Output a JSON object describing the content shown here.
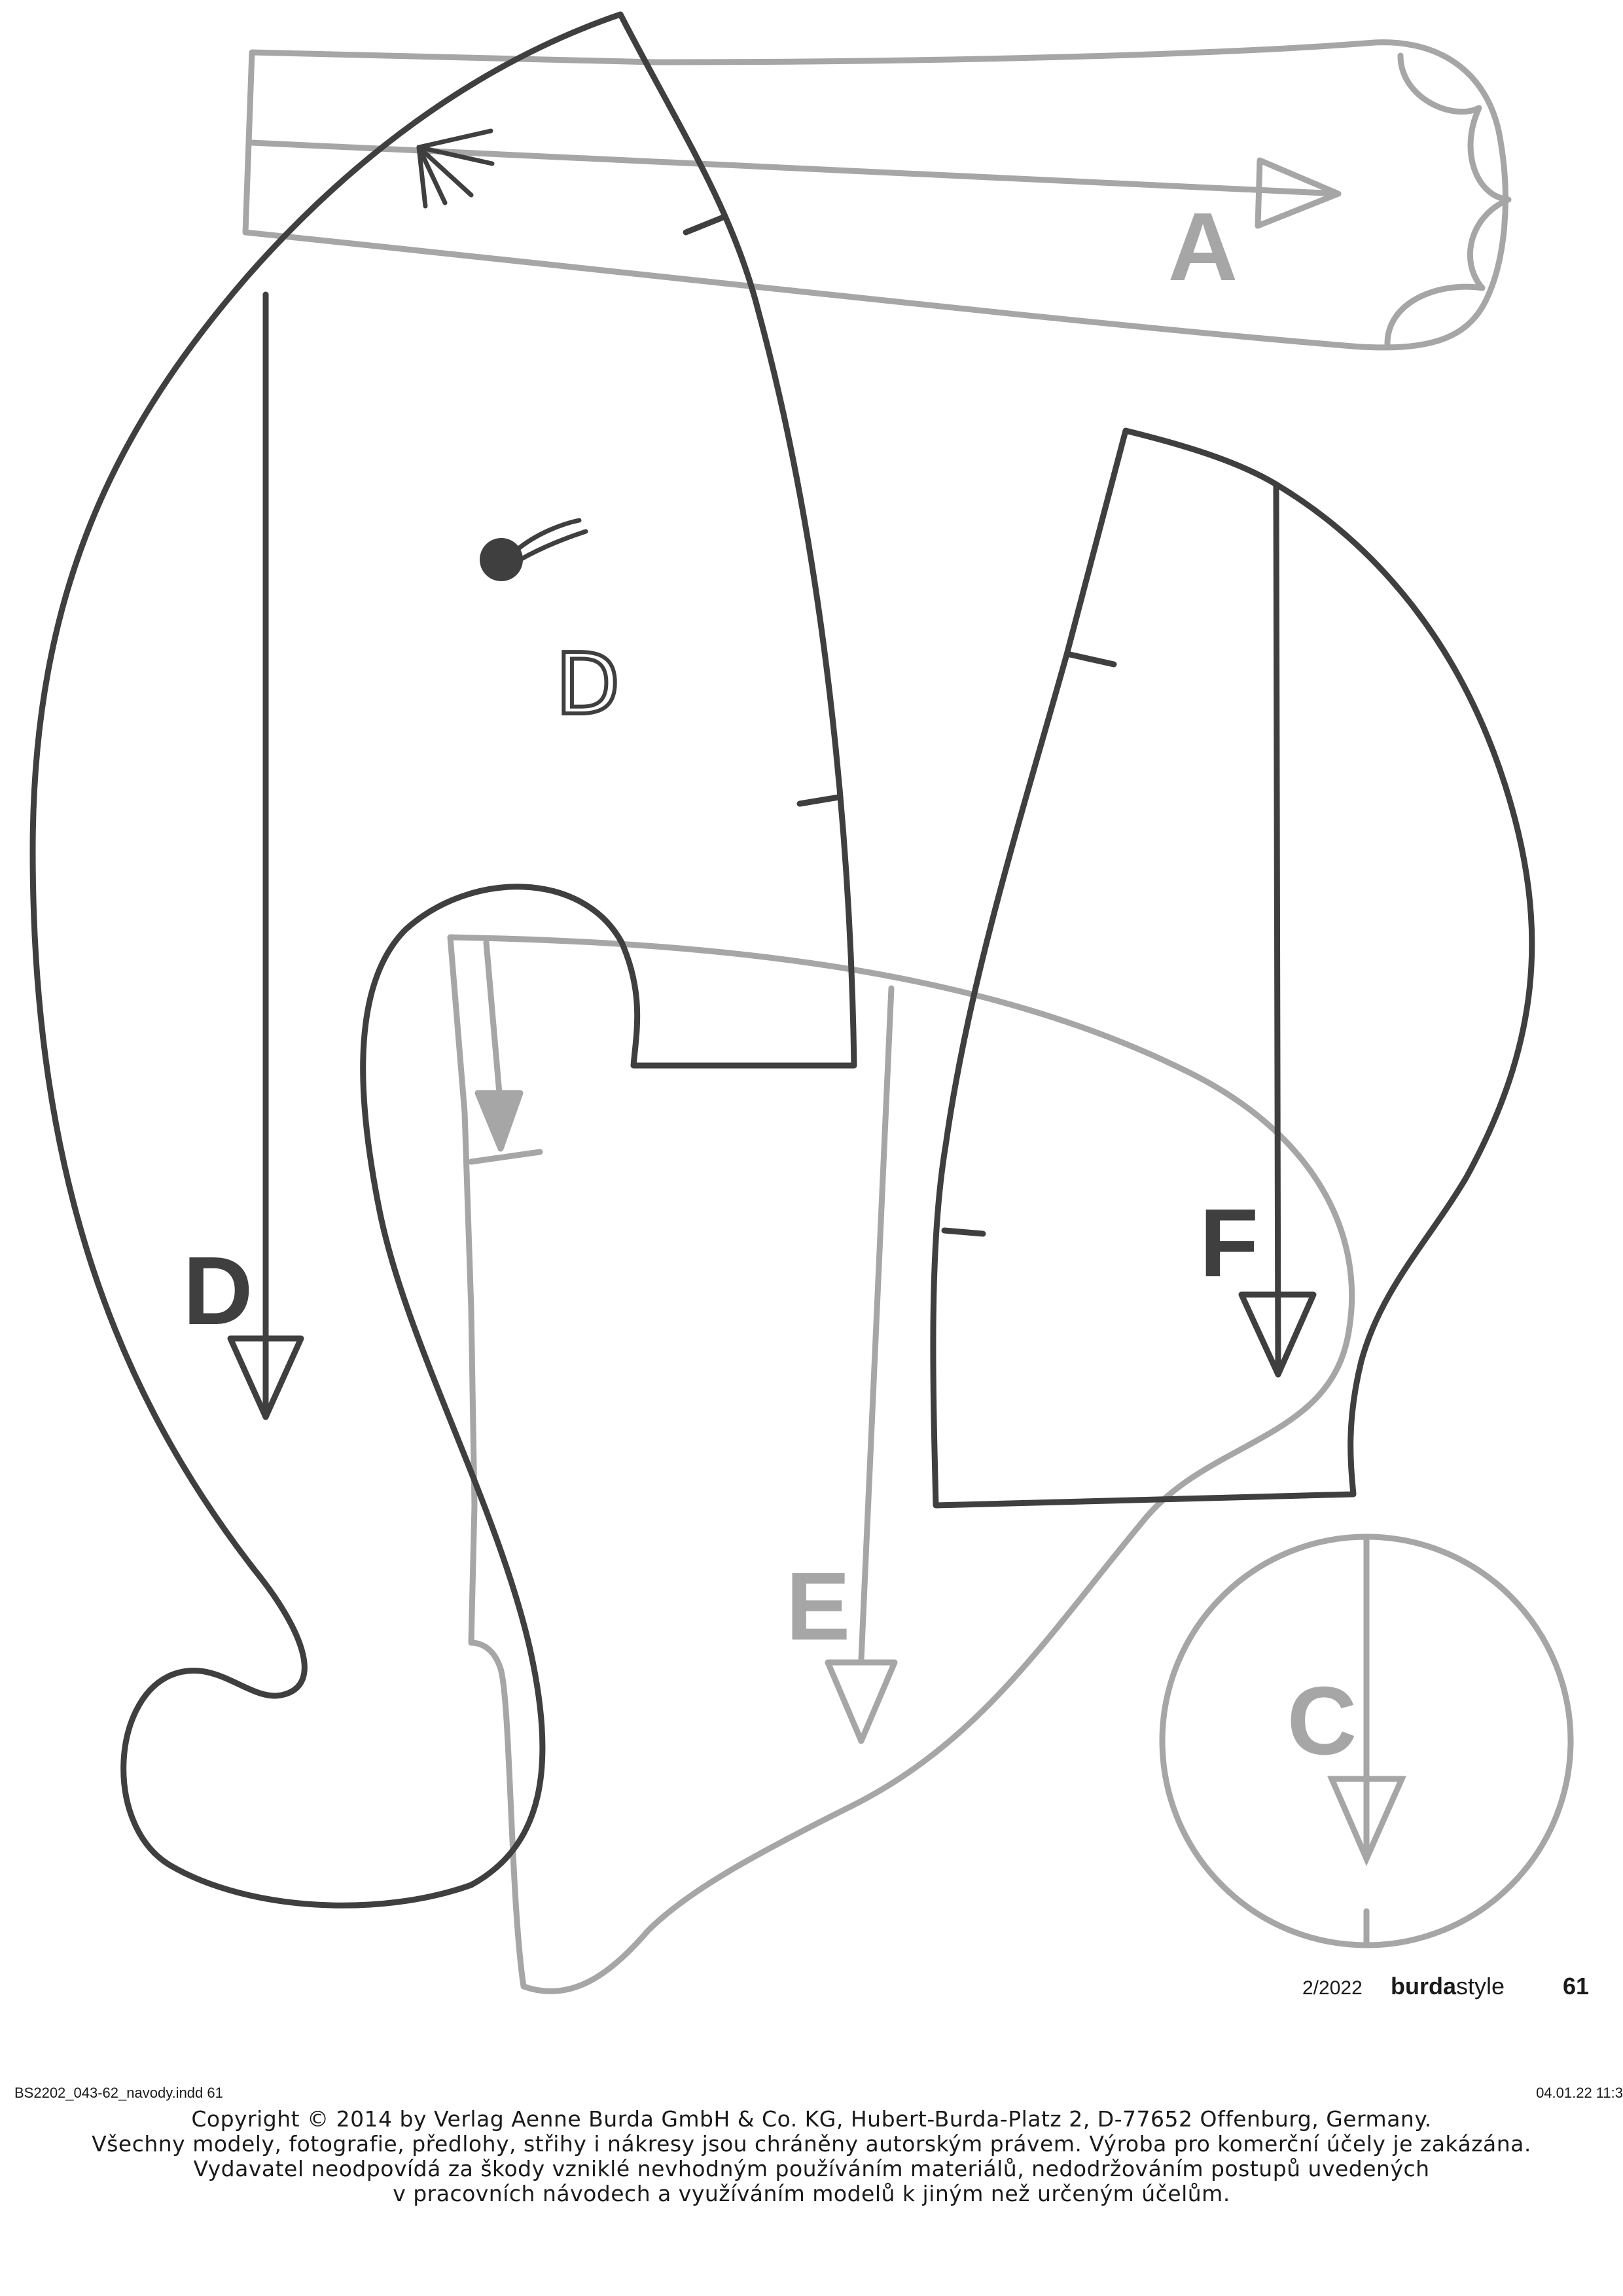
{
  "pieces": {
    "a": {
      "letter": "A"
    },
    "c": {
      "letter": "C"
    },
    "d": {
      "letter": "D",
      "inner_letter": "D"
    },
    "e": {
      "letter": "E"
    },
    "f": {
      "letter": "F"
    }
  },
  "colors": {
    "dark_outline": "#3f3f3f",
    "light_outline": "#a6a6a6"
  },
  "page_mark": {
    "issue": "2/2022",
    "brand_bold": "burda",
    "brand_light": "style",
    "page_number": "61"
  },
  "slug": {
    "file": "BS2202_043-62_navody.indd   61",
    "date": "04.01.22   11:3"
  },
  "copyright": [
    "Copyright © 2014 by Verlag Aenne Burda GmbH & Co. KG, Hubert-Burda-Platz 2, D-77652 Offenburg, Germany.",
    "Všechny modely, fotografie, předlohy, střihy i nákresy jsou chráněny autorským právem. Výroba pro komerční účely je zakázána.",
    "Vydavatel neodpovídá za škody vzniklé nevhodným používáním materiálů, nedodržováním postupů uvedených",
    "v pracovních návodech a využíváním modelů k jiným než určeným účelům."
  ]
}
